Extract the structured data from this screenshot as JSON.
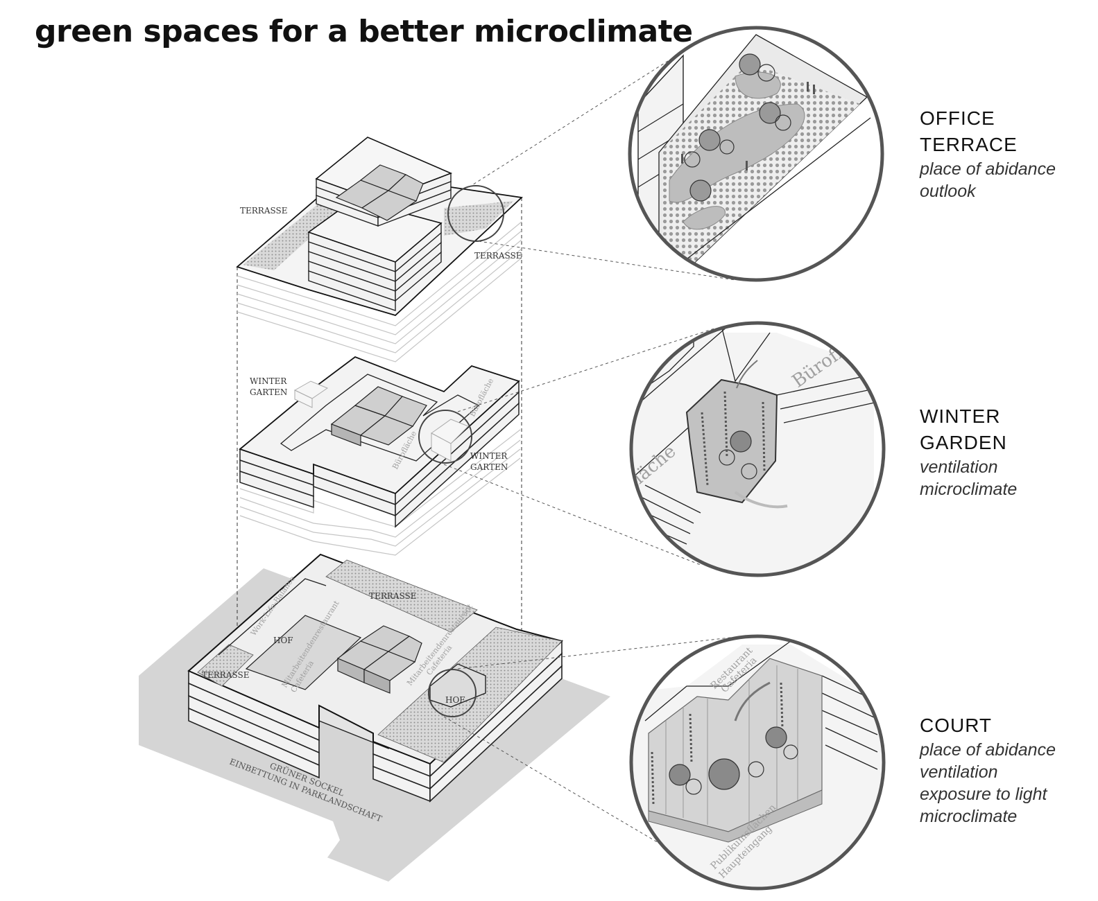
{
  "title": "green spaces for a better microclimate",
  "diagram_labels": {
    "top_terrace_left": "TERRASSE",
    "top_terrace_right": "TERRASSE",
    "wg_left_1": "WINTER",
    "wg_left_2": "GARTEN",
    "wg_right_1": "WINTER",
    "wg_right_2": "GARTEN",
    "mid_bueroflaeche_1": "Bürofläche",
    "mid_bueroflaeche_2": "Bürofläche",
    "base_terrace_top": "TERRASSE",
    "base_terrace_left": "TERRASSE",
    "hof_left": "HOF",
    "hof_right": "HOF",
    "work_life": "Work-Life-Balance",
    "mit_left_1": "Mitarbeitendenrestaurant",
    "mit_left_2": "Cafeteria",
    "mit_right_1": "Mitarbeitendenrestaurant",
    "mit_right_2": "Cafeteria",
    "sockel_1": "GRÜNER SOCKEL",
    "sockel_2": "EINBETTUNG IN PARKLANDSCHAFT"
  },
  "detail_labels": {
    "wg_bueroflaeche": "Bürofl",
    "wg_flaeche": "fläche",
    "court_restaurant": "Restaurant",
    "court_cafeteria": "Cafeteria",
    "court_publikum": "Publikumsflächen",
    "court_haupteingang": "Haupteingang"
  },
  "legend": [
    {
      "heading": [
        "OFFICE",
        "TERRACE"
      ],
      "items": [
        "place of abidance",
        "outlook"
      ]
    },
    {
      "heading": [
        "WINTER",
        "GARDEN"
      ],
      "items": [
        "ventilation",
        "microclimate"
      ]
    },
    {
      "heading": [
        "COURT"
      ],
      "items": [
        "place of abidance",
        "ventilation",
        "exposure to light",
        "microclimate"
      ]
    }
  ]
}
